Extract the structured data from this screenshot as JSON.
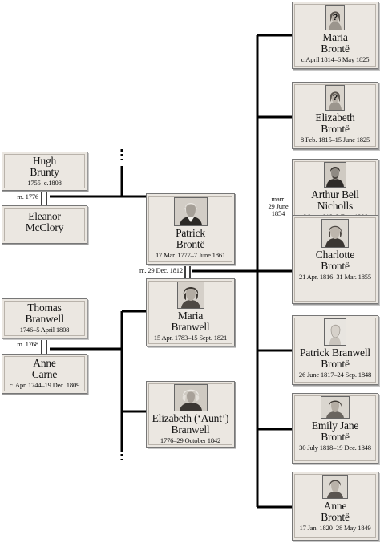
{
  "people": {
    "maria_bronte": {
      "name1": "Maria",
      "name2": "Brontë",
      "dates": "c.April 1814–6 May 1825",
      "portrait_icon": "unknown-portrait-icon"
    },
    "elizabeth_bronte": {
      "name1": "Elizabeth",
      "name2": "Brontë",
      "dates": "8 Feb. 1815–15 June 1825",
      "portrait_icon": "unknown-portrait-icon"
    },
    "arthur_bell_nicholls": {
      "name1": "Arthur Bell",
      "name2": "Nicholls",
      "dates": "6 Jan. 1819–3 Dec. 1906",
      "portrait_icon": "portrait-icon"
    },
    "charlotte_bronte": {
      "name1": "Charlotte",
      "name2": "Brontë",
      "dates": "21 Apr. 1816–31 Mar. 1855",
      "portrait_icon": "portrait-icon"
    },
    "patrick_branwell_bronte": {
      "name1": "Patrick Branwell",
      "name2": "Brontë",
      "dates": "26 June 1817–24 Sep. 1848",
      "portrait_icon": "portrait-icon"
    },
    "emily_jane_bronte": {
      "name1": "Emily Jane",
      "name2": "Brontë",
      "dates": "30 July 1818–19 Dec. 1848",
      "portrait_icon": "portrait-icon"
    },
    "anne_bronte": {
      "name1": "Anne",
      "name2": "Brontë",
      "dates": "17 Jan. 1820–28 May 1849",
      "portrait_icon": "portrait-icon"
    },
    "hugh_brunty": {
      "name1": "Hugh",
      "name2": "Brunty",
      "dates": "1755–c.1808"
    },
    "eleanor_mcclory": {
      "name1": "Eleanor",
      "name2": "McClory"
    },
    "patrick_bronte": {
      "name1": "Patrick",
      "name2": "Brontë",
      "dates": "17 Mar. 1777–7 June 1861",
      "portrait_icon": "portrait-icon"
    },
    "thomas_branwell": {
      "name1": "Thomas",
      "name2": "Branwell",
      "dates": "1746–5 April 1808"
    },
    "anne_carne": {
      "name1": "Anne",
      "name2": "Carne",
      "dates": "c. Apr. 1744–19 Dec. 1809"
    },
    "maria_branwell": {
      "name1": "Maria",
      "name2": "Branwell",
      "dates": "15 Apr. 1783–15 Sept. 1821",
      "portrait_icon": "portrait-icon"
    },
    "elizabeth_aunt_branwell": {
      "name1": "Elizabeth (‘Aunt’)",
      "name2": "Branwell",
      "dates": "1776–29 October 1842",
      "portrait_icon": "portrait-icon"
    }
  },
  "marriages": {
    "hugh_eleanor": "m. 1776",
    "thomas_anne": "m. 1768",
    "patrick_maria": "m. 29 Dec. 1812",
    "arthur_charlotte": {
      "line1": "marr.",
      "line2": "29 June",
      "line3": "1854"
    }
  },
  "colors": {
    "line": "#000000",
    "box_fill": "#ebe7e1",
    "box_border": "#777777"
  }
}
